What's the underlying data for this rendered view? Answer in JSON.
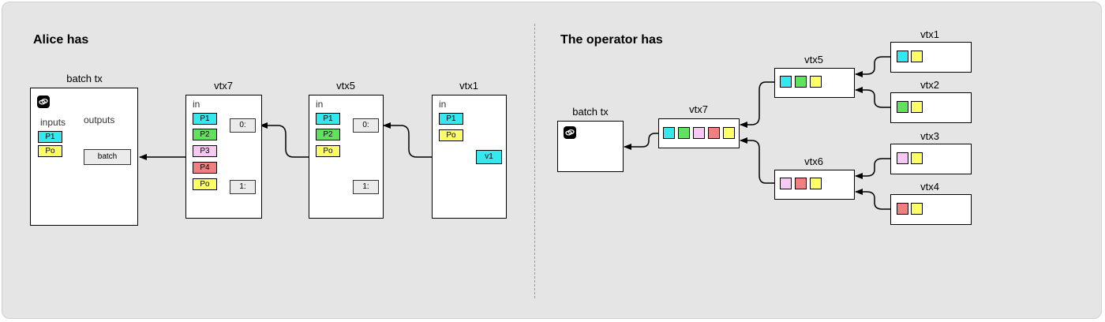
{
  "colors": {
    "cyan": "#34e8f0",
    "green": "#5fe35f",
    "pink": "#f8c8f4",
    "red": "#f08080",
    "yellow": "#ffff66",
    "panel": "#e5e5e5"
  },
  "left": {
    "heading": "Alice has",
    "batch": {
      "title": "batch tx",
      "icon": "batch-logo-icon",
      "inputs_label": "inputs",
      "outputs_label": "outputs",
      "inputs": [
        "P1",
        "Po"
      ],
      "output_value": "batch"
    },
    "vtx7": {
      "title": "vtx7",
      "in_label": "in",
      "inputs": [
        "P1",
        "P2",
        "P3",
        "P4",
        "Po"
      ],
      "out0": "0:",
      "out1": "1:"
    },
    "vtx5": {
      "title": "vtx5",
      "in_label": "in",
      "inputs": [
        "P1",
        "P2",
        "Po"
      ],
      "out0": "0:",
      "out1": "1:"
    },
    "vtx1": {
      "title": "vtx1",
      "in_label": "in",
      "inputs": [
        "P1",
        "Po"
      ],
      "output": "v1"
    }
  },
  "right": {
    "heading": "The operator has",
    "batch_title": "batch tx",
    "batch_icon": "batch-logo-icon",
    "vtx7_title": "vtx7",
    "vtx5_title": "vtx5",
    "vtx6_title": "vtx6",
    "vtx1_title": "vtx1",
    "vtx2_title": "vtx2",
    "vtx3_title": "vtx3",
    "vtx4_title": "vtx4"
  }
}
